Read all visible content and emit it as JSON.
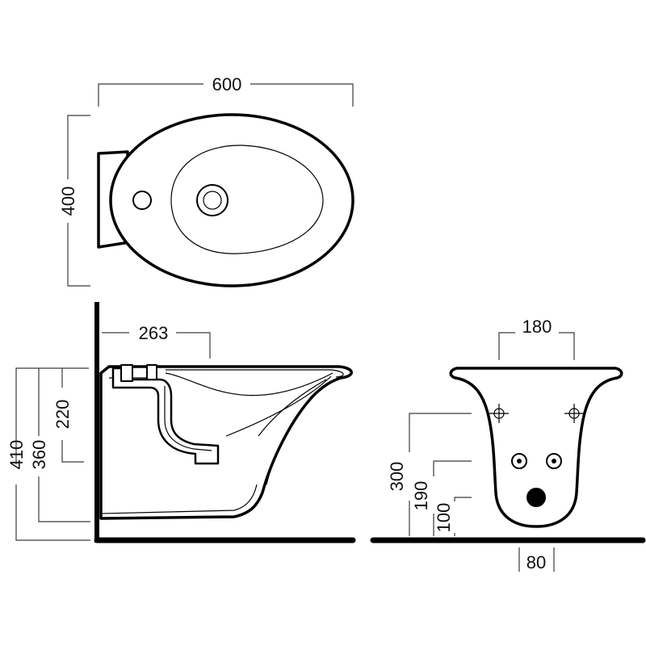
{
  "dimensions": {
    "top_width": "600",
    "top_depth": "400",
    "side_waste_distance": "263",
    "side_height_total": "410",
    "side_height_rim": "360",
    "side_height_waste": "220",
    "front_fixing_span": "180",
    "front_fixing_height": "300",
    "front_supply_height": "190",
    "front_waste_height": "100",
    "front_waste_width": "80"
  }
}
